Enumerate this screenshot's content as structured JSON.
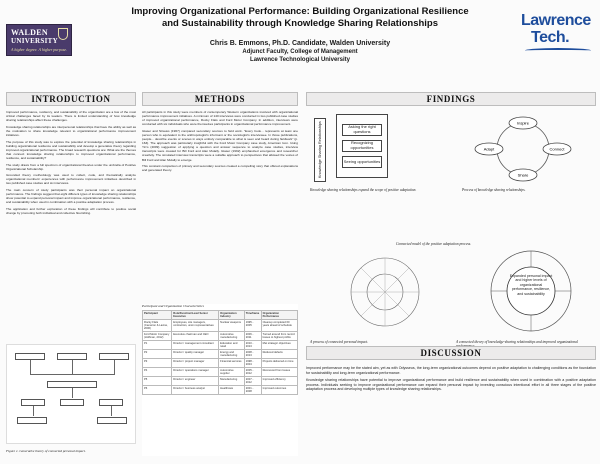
{
  "header": {
    "title_line1": "Improving Organizational Performance: Building Organizational Resilience",
    "title_line2": "and Sustainability through Knowledge Sharing Relationships",
    "author": "Chris B. Emmons, Ph.D. Candidate, Walden University",
    "affil_line1": "Adjunct Faculty, College of Management",
    "affil_line2": "Lawrence Technological University",
    "walden_logo": {
      "line1": "WALDEN",
      "line2": "UNIVERSITY",
      "tagline": "A higher degree. A higher purpose."
    },
    "lt_logo": {
      "line1": "Lawrence",
      "line2": "Tech."
    }
  },
  "sections": {
    "introduction": "INTRODUCTION",
    "methods": "METHODS",
    "findings": "FINDINGS",
    "discussion": "DISCUSSION"
  },
  "introduction": {
    "paragraphs": [
      "Improved performance, resiliency, and sustainability of the organization are a few of the most critical challenges faced by its leaders. There is limited understanding of how knowledge sharing relationships affect these challenges.",
      "Knowledge sharing relationships are interpersonal relationships that have the ability as well as the motivation to share knowledge relevant to organizational performance improvement initiatives.",
      "The purpose of this study was to explore the potential of knowledge sharing relationships in building organizational resilience and sustainability and develop a generative theory regarding improved organizational performance. The broad research questions are: What are the themes that connect knowledge sharing relationships to improved organizational performance, resilience, and sustainability?",
      "The study draws from a full spectrum of organizational theories under the umbrella of Positive Organizational Scholarship.",
      "Grounded theory methodology was used to collect, code, and thematically analyze organizational members' experiences with performance improvement initiatives described in two published case studies and six interviews.",
      "The main concern of study participants was their personal impact on organizational performance. The findings suggest that eight different types of knowledge sharing relationships show potential to expand personal impact and improve organizational performance, resilience, and sustainability when used in combination with a positive adaptation process.",
      "The application and further exploration of these findings will contribute to positive social change by promoting both individual and collective flourishing."
    ],
    "diagram_caption": "Figure 1. Generative theory of connected personal impact."
  },
  "methods": {
    "paragraphs": [
      "All participants in this study were members of contemporary Western organizations involved with organizational performance improvement initiatives. A minimum of 140 interviews were conducted in two published case studies of improved organizational performance, Rocky Flats and Ford Motor Company. In addition, interviews were conducted with six individuals who were themselves participants in organizational performance improvement.",
      "Glaser and Strauss (1967) compared secondary sources to field work. \"Every book... represents at least one person who is equivalent to the anthropologist's informant or the sociologist's interviewee. In those publications, people... describe events or scenes in ways entirely comparable to what is seen and heard during fieldwork\" (p. 163). The approach was particularly insightful with the Ford Motor Company case study, American Icon. Using Yin's (2009) suggestion of applying a question and answer sequence to analyze case studies, interview transcripts were created for Bill Ford and Alan Mulally. Glaser (1992) emphasized emergence and researcher creativity. The simulated interview transcripts were a suitable approach to perspectives that allowed the voices of Bill Ford and Alan Mulally to emerge.",
      "This constant comparison of primary and secondary sources created a compelling story that offered explanations and generated theory."
    ],
    "table_title": "Participant and Organization Characteristics",
    "table": {
      "headers": [
        "Participant",
        "Role/Function/Level Senior Executive",
        "Organization Industry",
        "Timeframe",
        "Organization Performance"
      ],
      "rows": [
        [
          "Rocky Flats (Cameron & Lavine, 2006)",
          "Employees, site managers, contractors, union representatives",
          "Nuclear weapons",
          "1995 - 2005",
          "Cleanup completed 60 years ahead of schedule"
        ],
        [
          "Ford Motor Company (Hoffman, 2012)",
          "Executive chairman and CEO",
          "Automotive manufacturing",
          "2006 - 2011",
          "Turned around from record losses to highest profits"
        ],
        [
          "P1",
          "Director / management consultant",
          "Education and retail",
          "2010 - 2013",
          "Met strategic objectives"
        ],
        [
          "P2",
          "Director / quality manager",
          "Energy and manufacturing",
          "2008 - 2013",
          "Reduced defects"
        ],
        [
          "P3",
          "Director / project manager",
          "Financial services",
          "1998 - 2004",
          "Projects delivered on time"
        ],
        [
          "P4",
          "Director / operations manager",
          "Automotive supplier",
          "2005 - 2012",
          "Recovered from losses"
        ],
        [
          "P5",
          "Director / engineer",
          "Manufacturing",
          "2007 - 2012",
          "Improved efficiency"
        ],
        [
          "P6",
          "Director / business analyst",
          "Healthcare",
          "2001 - 2008",
          "Improved outcomes"
        ]
      ]
    }
  },
  "findings": {
    "fig1_boxes": [
      "Asking the right questions",
      "Recognizing opportunities",
      "Seeing opportunities"
    ],
    "fig1_side_label": "Knowledge Sharing Relationships",
    "fig1_caption": "Knowledge sharing relationships expand the scope of positive adaptation.",
    "fig2_caption": "Process of knowledge sharing relationships.",
    "fig2_nodes": [
      "Inspire",
      "Connect",
      "Share",
      "Adapt"
    ],
    "fig3_caption": "Connected model of the positive adaptation process.",
    "fig3_center": "Expanded personal impact and higher levels of organizational performance, resilience, and sustainability",
    "fig4_caption_left": "A process of connected personal impact.",
    "fig4_caption_right": "A connected theory of knowledge-sharing relationships and improved organizational performance."
  },
  "discussion": {
    "paragraphs": [
      "Improved performance may be the stated aim, yet as with Odysseus, the long-term organizational outcomes depend on positive adaptation to challenging conditions as the foundation for sustainability and long-term organizational performance.",
      "Knowledge sharing relationships have potential to improve organizational performance and build resilience and sustainability when used in combination with a positive adaptation process. Individuals seeking to improve organizational performance can expand their personal impact by investing conscious intentional effort in all three stages of the positive adaptation process and developing multiple types of knowledge sharing relationships."
    ]
  },
  "colors": {
    "walden_purple": "#4a3b6b",
    "lt_blue": "#1e4d9c",
    "bar_bg": "#ecebeb"
  }
}
